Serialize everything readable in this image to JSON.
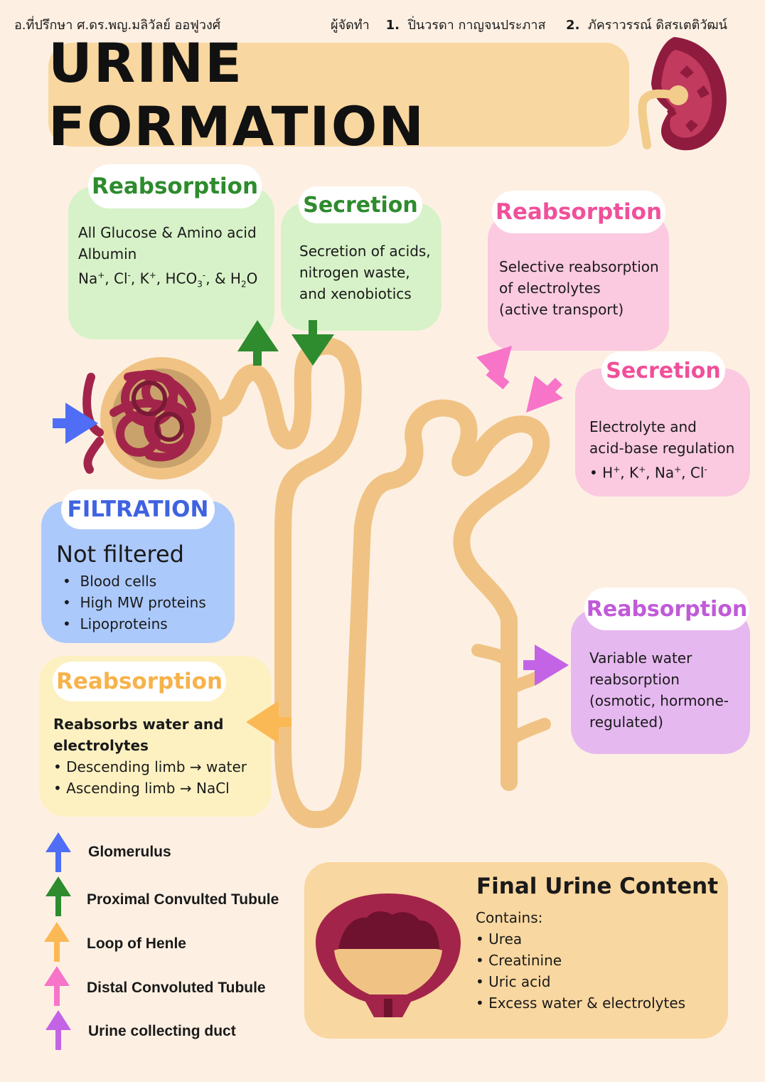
{
  "credits": {
    "advisor": "อ.ที่ปรึกษา   ศ.ดร.พญ.มลิวัลย์ ออฟูวงศ์",
    "authors_label": "ผู้จัดทำ",
    "author1_num": "1.",
    "author1": "ปิ่นวรดา กาญจนประภาส",
    "author2_num": "2.",
    "author2": "ภัคราวรรณ์ ดิสรเตติวัฒน์"
  },
  "title": "URINE FORMATION",
  "boxes": {
    "pct_reabsorption": {
      "heading": "Reabsorption",
      "lines": [
        "All Glucose & Amino acid",
        "Albumin"
      ],
      "ions": {
        "na": "Na",
        "cl": "Cl",
        "k": "K",
        "hco": "HCO",
        "plus": "+",
        "minus": "-",
        "sub3": "3",
        "amp": "& H",
        "sub2": "2",
        "o": "O"
      }
    },
    "pct_secretion": {
      "heading": "Secretion",
      "lines": [
        "Secretion of acids,",
        "nitrogen waste,",
        "and xenobiotics"
      ]
    },
    "dct_reabsorption": {
      "heading": "Reabsorption",
      "lines": [
        "Selective reabsorption",
        "of electrolytes",
        "(active transport)"
      ]
    },
    "dct_secretion": {
      "heading": "Secretion",
      "lines": [
        "Electrolyte and",
        "acid-base regulation"
      ],
      "ions": {
        "bullet": "•",
        "h": "H",
        "k": "K",
        "na": "Na",
        "cl": "Cl",
        "plus": "+",
        "minus": "-"
      }
    },
    "filtration": {
      "heading": "FILTRATION",
      "subheading": "Not filtered",
      "items": [
        "Blood cells",
        "High MW proteins",
        "Lipoproteins"
      ]
    },
    "loop_reabsorption": {
      "heading": "Reabsorption",
      "bold_lines": [
        "Reabsorbs water and",
        "electrolytes"
      ],
      "items": [
        "• Descending limb → water",
        "• Ascending limb → NaCl"
      ]
    },
    "duct_reabsorption": {
      "heading": "Reabsorption",
      "lines": [
        "Variable water",
        "reabsorption",
        "(osmotic, hormone-",
        "regulated)"
      ]
    }
  },
  "legend": [
    {
      "label": "Glomerulus",
      "color": "#4f6ef5"
    },
    {
      "label": "Proximal Convulted Tubule",
      "color": "#2e8b2e"
    },
    {
      "label": "Loop of Henle",
      "color": "#fbb955"
    },
    {
      "label": "Distal Convoluted Tubule",
      "color": "#f774c9"
    },
    {
      "label": "Urine collecting duct",
      "color": "#c364e6"
    }
  ],
  "final": {
    "title": "Final Urine Content",
    "contains": "Contains:",
    "items": [
      "• Urea",
      "• Creatinine",
      "• Uric acid",
      "• Excess water & electrolytes"
    ]
  },
  "colors": {
    "background": "#fdf0e3",
    "tubule": "#f0c384",
    "organ": "#a3244a",
    "green_box": "#d7f2c8",
    "green_text": "#2e8b2e",
    "pink_box": "#fbc9e0",
    "pink_text": "#f0509a",
    "blue_box": "#acc9fb",
    "blue_text": "#3f63e0",
    "yellow_box": "#fdf1c2",
    "yellow_text": "#f7b24a",
    "purple_box": "#e6b8f0",
    "purple_text": "#c05ad9"
  }
}
